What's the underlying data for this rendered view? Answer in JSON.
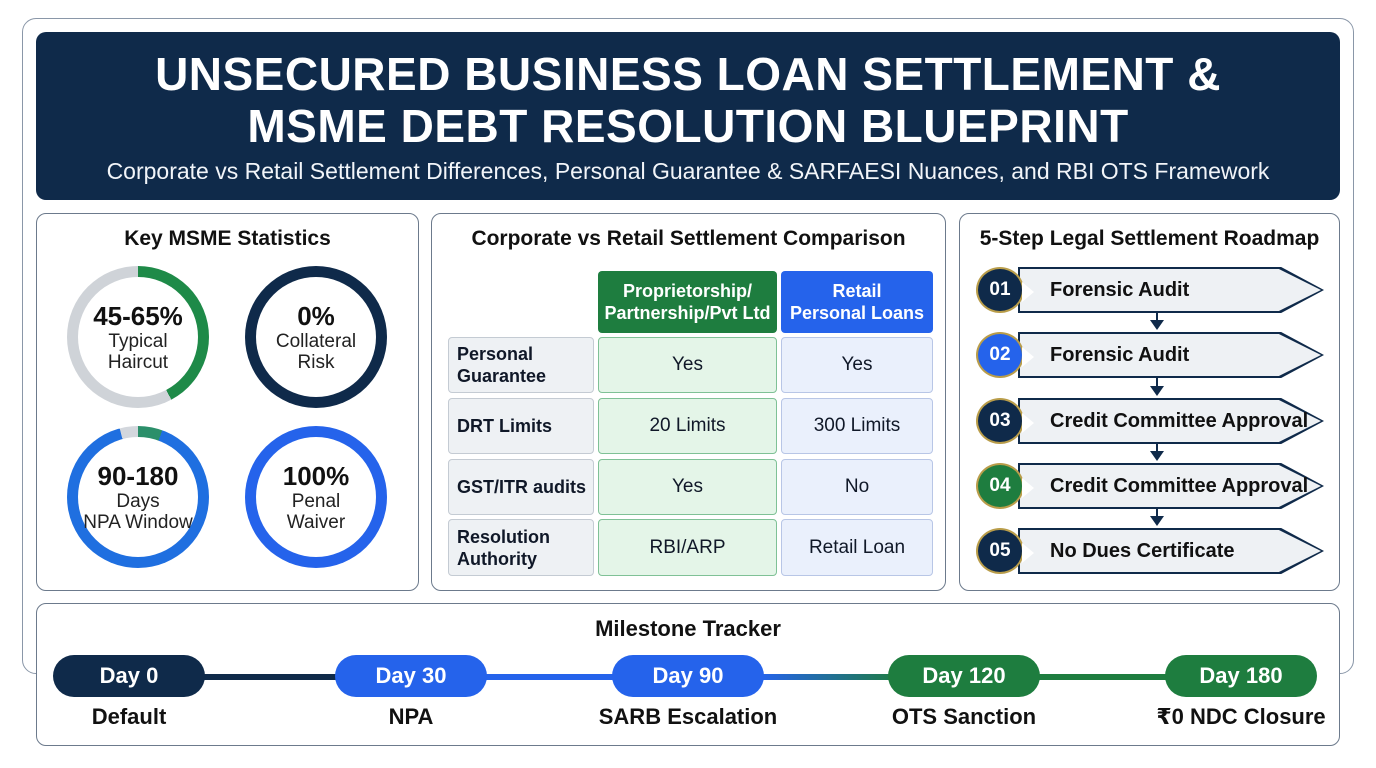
{
  "header": {
    "title_line1": "UNSECURED BUSINESS LOAN SETTLEMENT &",
    "title_line2": "MSME DEBT RESOLUTION BLUEPRINT",
    "subtitle": "Corporate vs Retail Settlement Differences, Personal Guarantee & SARFAESI Nuances, and RBI OTS Framework"
  },
  "stats": {
    "title": "Key MSME Statistics",
    "items": [
      {
        "value": "45-65%",
        "line1": "Typical",
        "line2": "Haircut",
        "fill": 0.42
      },
      {
        "value": "0%",
        "line1": "Collateral",
        "line2": "Risk",
        "fill": 1.0
      },
      {
        "value": "90-180",
        "line1": "Days",
        "line2": "NPA Window",
        "fill": 0.96
      },
      {
        "value": "100%",
        "line1": "Penal",
        "line2": "Waiver",
        "fill": 1.0
      }
    ]
  },
  "comparison": {
    "title": "Corporate vs Retail Settlement Comparison",
    "col_corp_line1": "Proprietorship/",
    "col_corp_line2": "Partnership/Pvt Ltd",
    "col_retail_line1": "Retail",
    "col_retail_line2": "Personal Loans",
    "rows": [
      {
        "label_line1": "Personal",
        "label_line2": "Guarantee",
        "corp": "Yes",
        "retail": "Yes"
      },
      {
        "label_line1": "DRT Limits",
        "label_line2": "",
        "corp": "20 Limits",
        "retail": "300 Limits"
      },
      {
        "label_line1": "GST/ITR audits",
        "label_line2": "",
        "corp": "Yes",
        "retail": "No"
      },
      {
        "label_line1": "Resolution",
        "label_line2": "Authority",
        "corp": "RBI/ARP",
        "retail": "Retail Loan"
      }
    ]
  },
  "roadmap": {
    "title": "5-Step Legal Settlement Roadmap",
    "steps": [
      {
        "num": "01",
        "label": "Forensic Audit"
      },
      {
        "num": "02",
        "label": "Forensic Audit"
      },
      {
        "num": "03",
        "label": "Credit Committee Approval"
      },
      {
        "num": "04",
        "label": "Credit Committee Approval"
      },
      {
        "num": "05",
        "label": "No Dues Certificate"
      }
    ]
  },
  "milestones": {
    "title": "Milestone Tracker",
    "items": [
      {
        "day": "Day 0",
        "label": "Default"
      },
      {
        "day": "Day 30",
        "label": "NPA"
      },
      {
        "day": "Day 90",
        "label": "SARB Escalation"
      },
      {
        "day": "Day 120",
        "label": "OTS Sanction"
      },
      {
        "day": "Day 180",
        "label": "₹0 NDC Closure"
      }
    ]
  },
  "colors": {
    "navy": "#0f2a4a",
    "green": "#1e7d3f",
    "blue": "#2563eb"
  }
}
